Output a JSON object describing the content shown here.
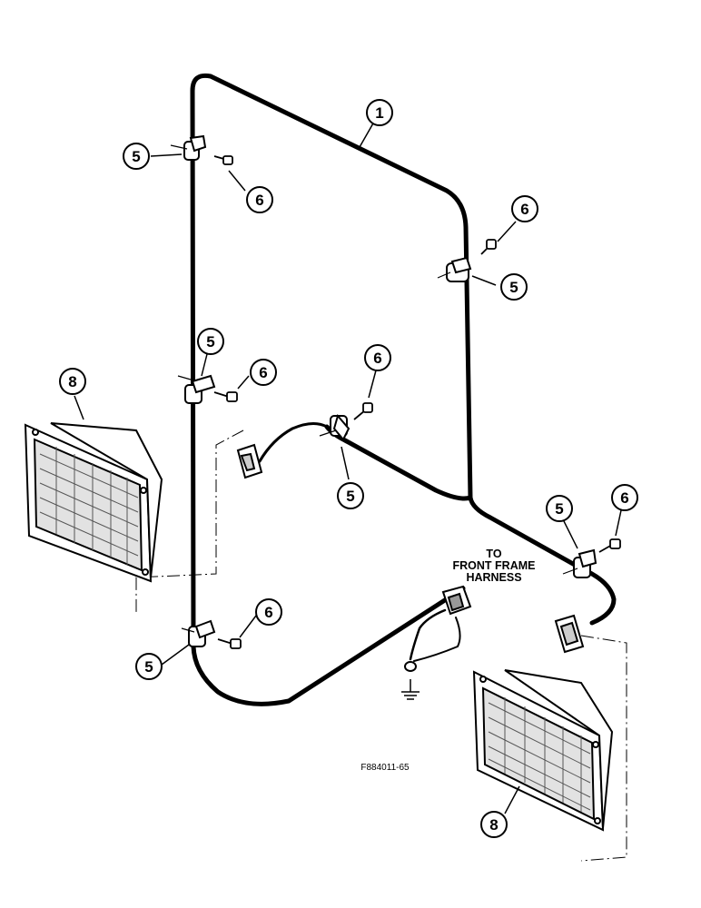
{
  "callouts": {
    "harness": "1",
    "clamp": "5",
    "screw": "6",
    "lamp": "8"
  },
  "note": {
    "line1": "TO",
    "line2": "FRONT FRAME",
    "line3": "HARNESS"
  },
  "figure_id": "F884011-65",
  "colors": {
    "ink": "#000000",
    "paper": "#ffffff",
    "lens": "#d8d8d8"
  }
}
